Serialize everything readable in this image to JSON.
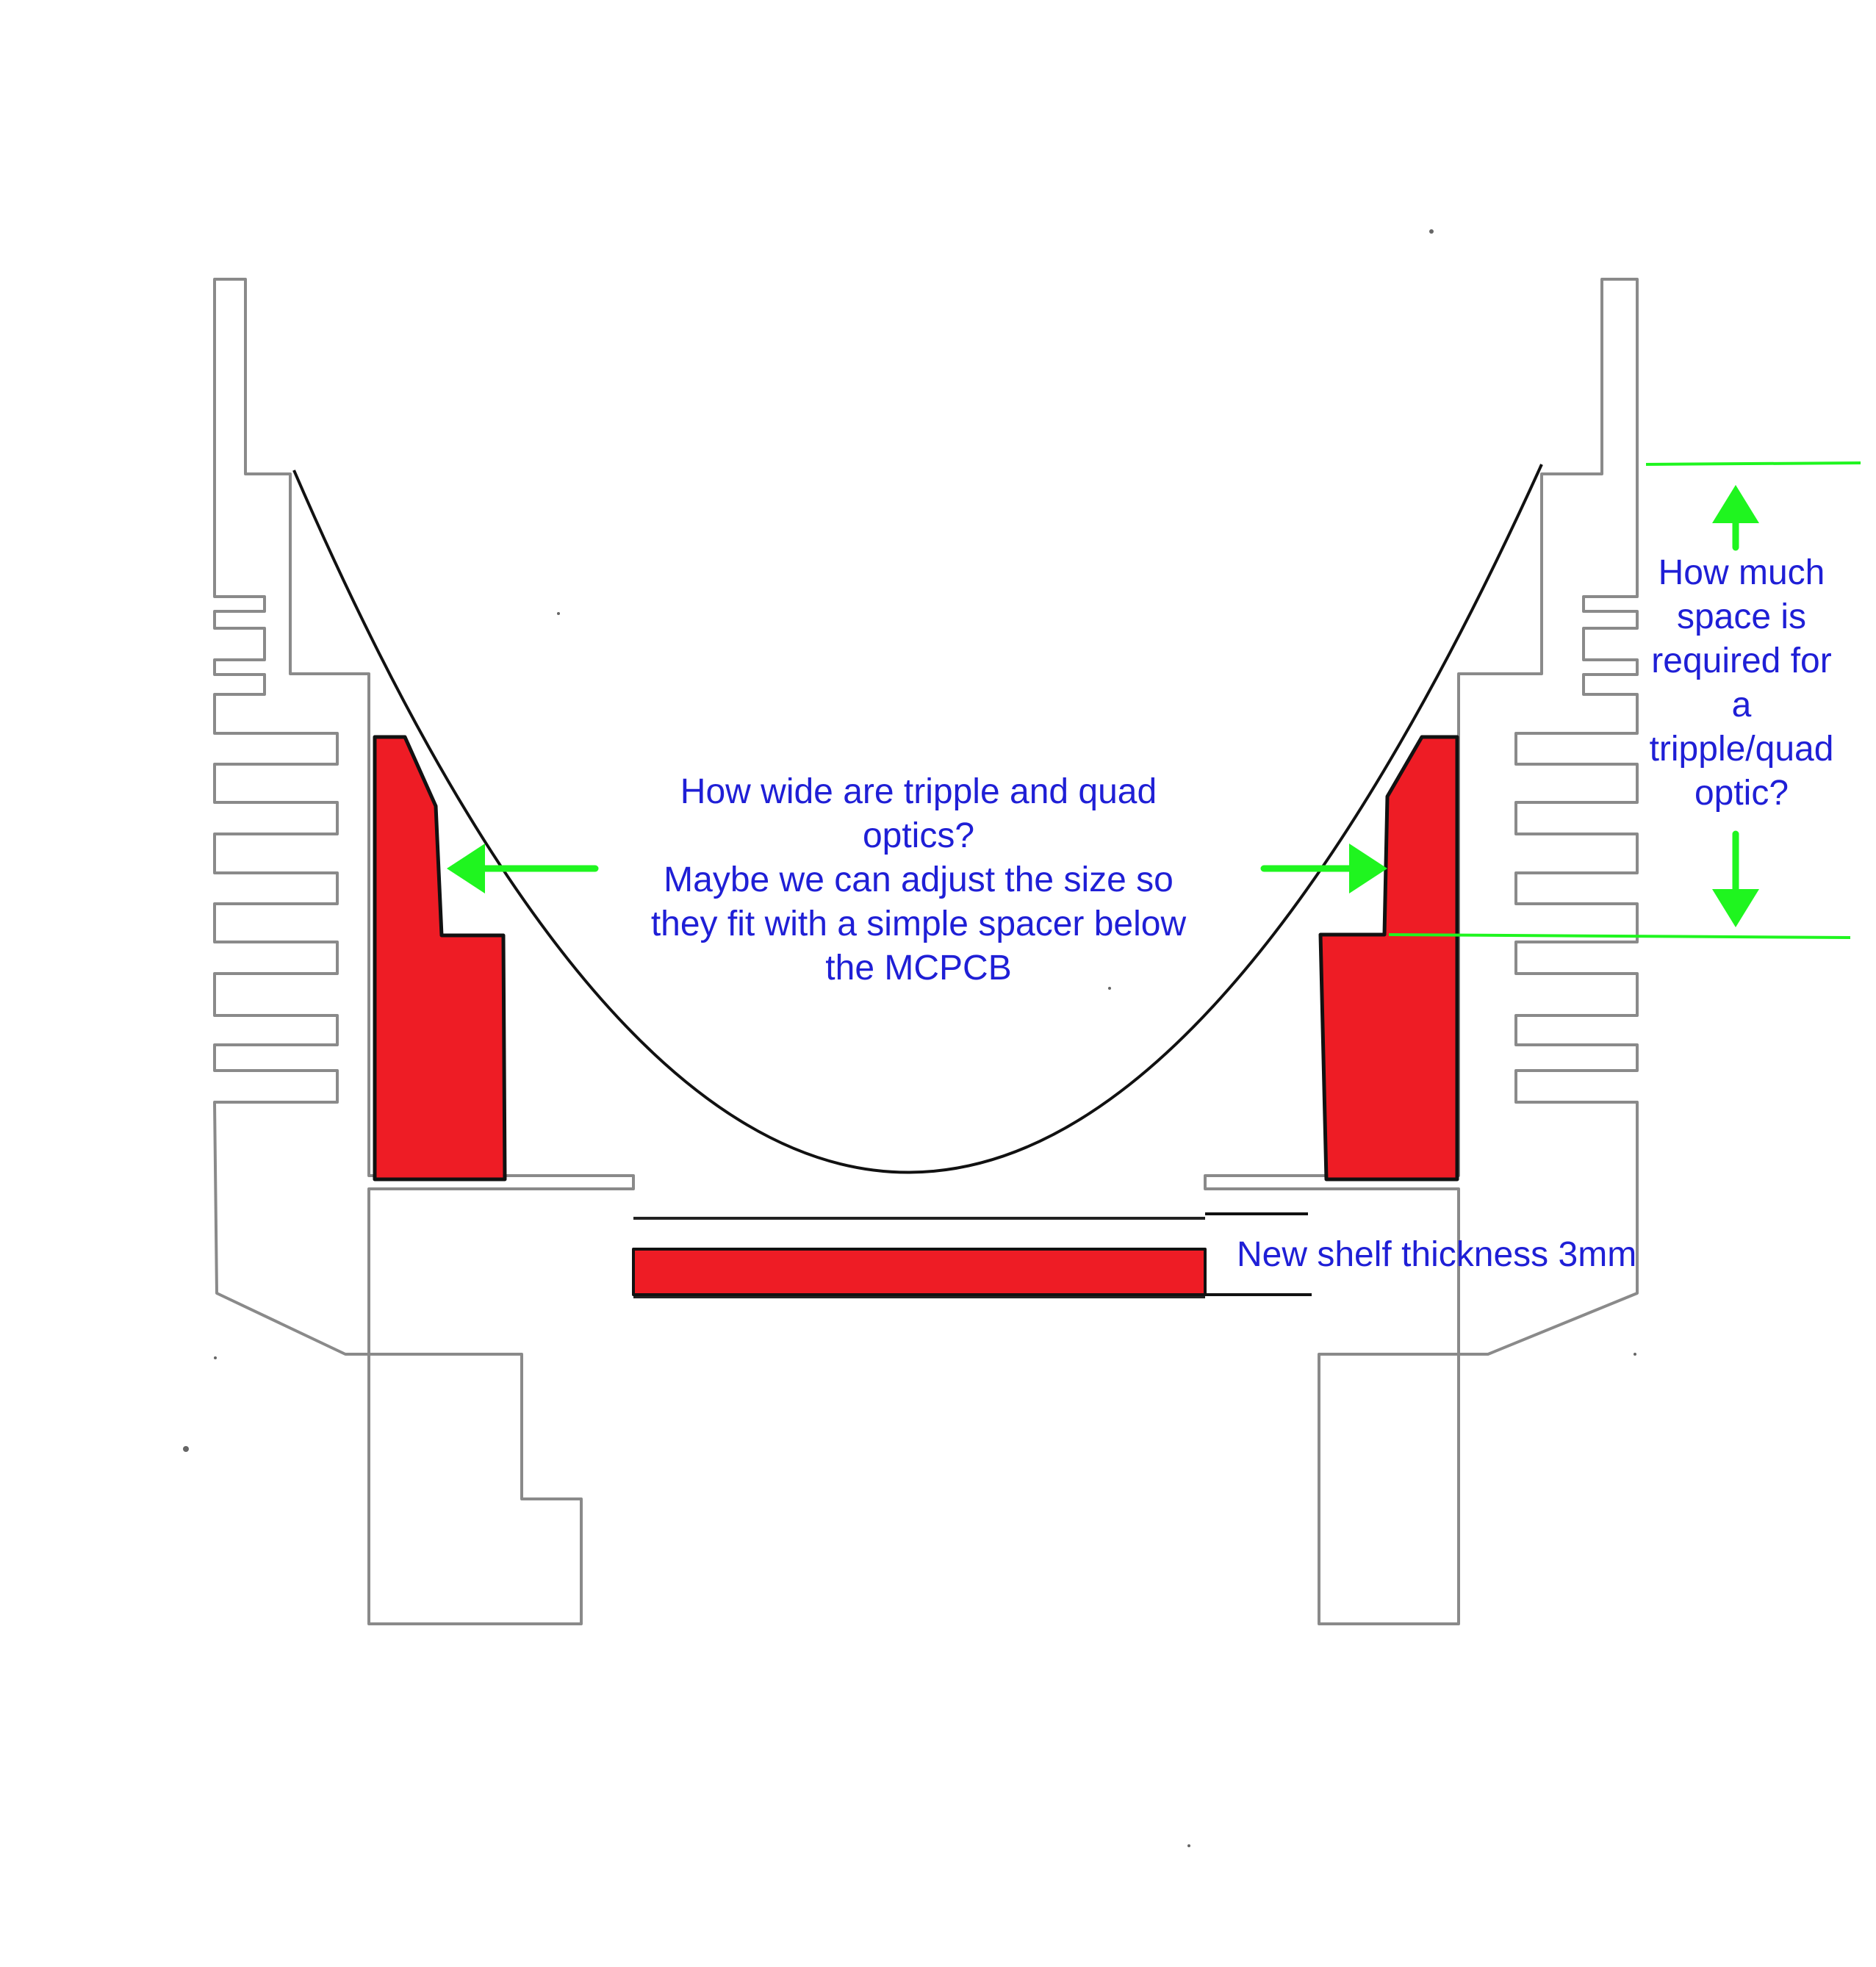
{
  "colors": {
    "annotation_text": "#1f1fd6",
    "highlight_fill": "#ee1c25",
    "arrow": "#1ff51f",
    "sketch_line": "#8a8a8a",
    "reflector_line": "#111111",
    "background": "#ffffff"
  },
  "annotations": {
    "optic_width_question": [
      "How wide are tripple and quad",
      "optics?",
      "Maybe we can adjust the size so",
      "they fit with a simple spacer below",
      "the MCPCB"
    ],
    "optic_space_question": [
      "How much",
      "space is",
      "required for",
      "a",
      "tripple/quad",
      "optic?"
    ],
    "shelf_note": "New shelf thickness 3mm"
  }
}
